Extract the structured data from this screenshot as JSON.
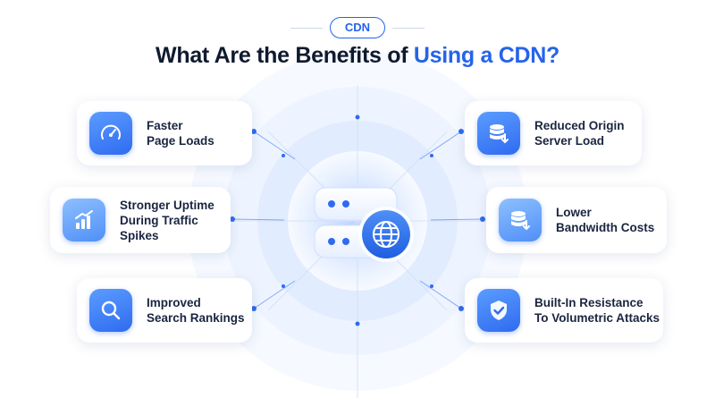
{
  "tag": "CDN",
  "title": {
    "prefix": "What Are the Benefits of ",
    "accent": "Using a CDN?"
  },
  "colors": {
    "accent": "#2563eb",
    "icon_gradient_top": "#5b9cff",
    "icon_gradient_bottom": "#2f6bf0",
    "ring": "#dbe8ff"
  },
  "center": {
    "icon": "server-globe-icon"
  },
  "benefits": [
    {
      "line1": "Faster",
      "line2": "Page Loads",
      "line3": "",
      "icon": "speedometer-icon"
    },
    {
      "line1": "Stronger Uptime",
      "line2": "During Traffic",
      "line3": "Spikes",
      "icon": "bar-chart-growth-icon"
    },
    {
      "line1": "Improved",
      "line2": "Search Rankings",
      "line3": "",
      "icon": "magnifier-icon"
    },
    {
      "line1": "Reduced Origin",
      "line2": "Server Load",
      "line3": "",
      "icon": "database-download-icon"
    },
    {
      "line1": "Lower",
      "line2": "Bandwidth Costs",
      "line3": "",
      "icon": "database-download-icon"
    },
    {
      "line1": "Built-In Resistance",
      "line2": "To Volumetric Attacks",
      "line3": "",
      "icon": "shield-check-icon"
    }
  ]
}
